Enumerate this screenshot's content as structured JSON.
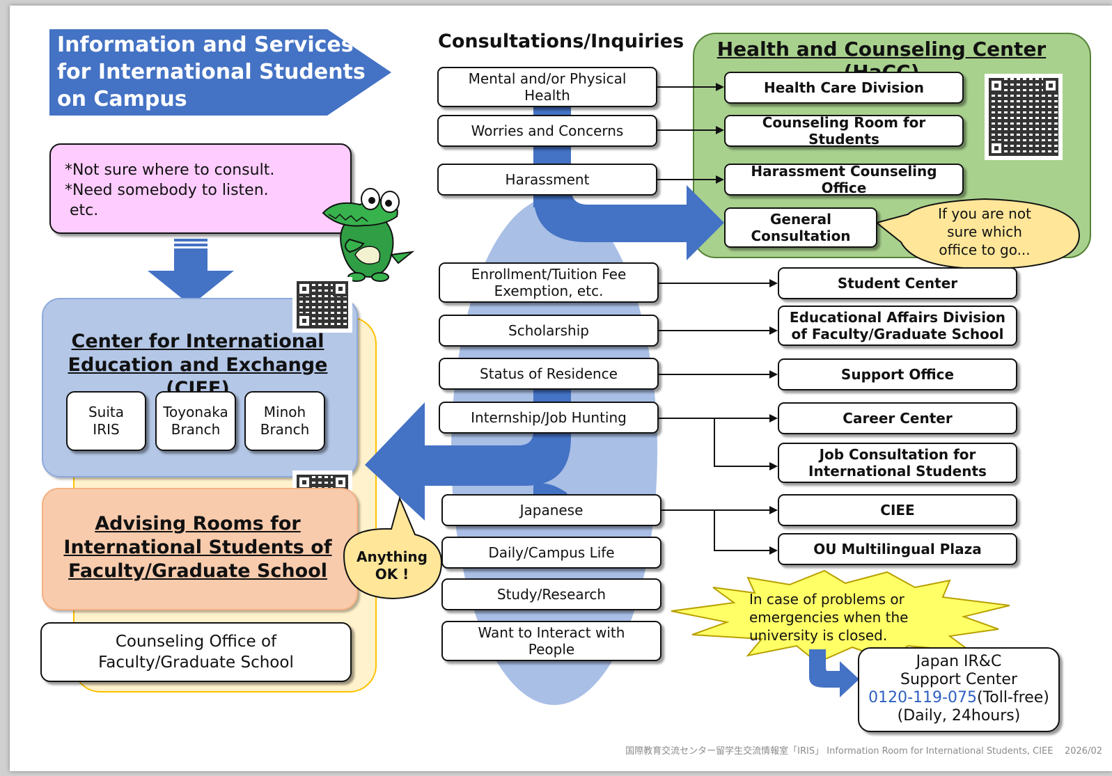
{
  "header": {
    "title_line1": "Information and Services",
    "title_line2": "for International Students",
    "title_line3": "on Campus"
  },
  "consult_header": "Consultations/Inquiries",
  "pink_note": {
    "line1": "*Not sure where to consult.",
    "line2": "*Need somebody to listen.",
    "line3": " etc."
  },
  "ciee": {
    "title_line1": "Center for International",
    "title_line2": "Education and Exchange (CIEE)",
    "branches": [
      "Suita\nIRIS",
      "Toyonaka\nBranch",
      "Minoh\nBranch"
    ]
  },
  "advising": {
    "line1": "Advising Rooms for",
    "line2": "International Students of",
    "line3": "Faculty/Graduate School"
  },
  "counseling_office": "Counseling Office of\nFaculty/Graduate School",
  "anything_ok": "Anything\nOK !",
  "hacc": {
    "title": "Health and Counseling Center (HaCC)",
    "offices": [
      "Health Care Division",
      "Counseling Room for Students",
      "Harassment Counseling Office"
    ],
    "general": "General\nConsultation",
    "bubble": "If you are not\nsure which\noffice to go..."
  },
  "topics": [
    "Mental and/or Physical\nHealth",
    "Worries and Concerns",
    "Harassment",
    "Enrollment/Tuition Fee\nExemption, etc.",
    "Scholarship",
    "Status of Residence",
    "Internship/Job Hunting",
    "Japanese",
    "Daily/Campus Life",
    "Study/Research",
    "Want to Interact with\nPeople"
  ],
  "destinations": [
    "Student Center",
    "Educational Affairs Division\nof Faculty/Graduate School",
    "Support Office",
    "Career Center",
    "Job Consultation for\nInternational Students",
    "CIEE",
    "OU Multilingual Plaza"
  ],
  "emergency": {
    "line1": "In case of problems or",
    "line2": "emergencies when the",
    "line3": "university is closed."
  },
  "japan_irc": {
    "line1": "Japan IR&C",
    "line2": "Support Center",
    "phone": "0120-119-075",
    "tollfree": "(Toll-free)",
    "hours": "(Daily, 24hours)"
  },
  "footer": "国際教育交流センター留学生交流情報室「IRIS」 Information Room for International Students, CIEE    2026/02",
  "colors": {
    "title_blue": "#4472c4",
    "ellipse_blue": "#a9bfe6",
    "hacc_green": "#a9d18e",
    "pink": "#ffccff",
    "ciee_blue": "#b4c7e7",
    "advising_orange": "#f8cbad",
    "cream": "#fff2cc",
    "bubble_yellow": "#ffe699",
    "burst_yellow": "#ffff66",
    "phone_blue": "#2f5fc0"
  }
}
